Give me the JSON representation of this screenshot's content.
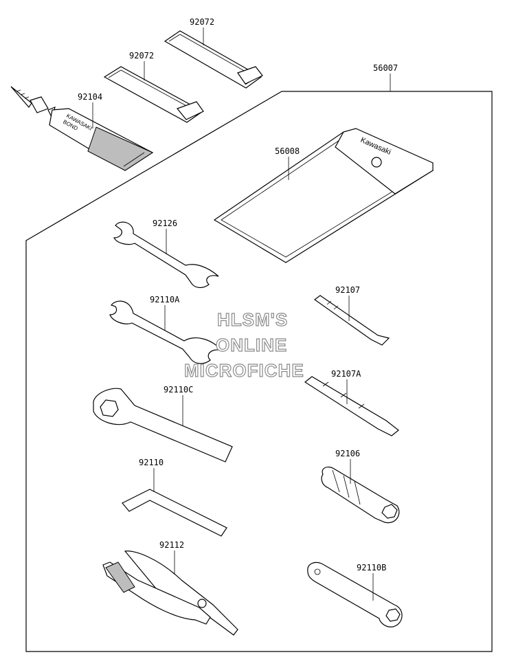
{
  "parts": {
    "p92072_top": "92072",
    "p92072_mid": "92072",
    "p92104": "92104",
    "p56007": "56007",
    "p56008": "56008",
    "p92126": "92126",
    "p92110A": "92110A",
    "p92107": "92107",
    "p92107A": "92107A",
    "p92110C": "92110C",
    "p92106": "92106",
    "p92110": "92110",
    "p92112": "92112",
    "p92110B": "92110B"
  },
  "tube_label": {
    "line1": "KAWASAKI",
    "line2": "BOND"
  },
  "pouch_logo": "Kawasaki",
  "watermark": {
    "line1": "HLSM'S",
    "line2": "ONLINE",
    "line3": "MICROFICHE"
  }
}
